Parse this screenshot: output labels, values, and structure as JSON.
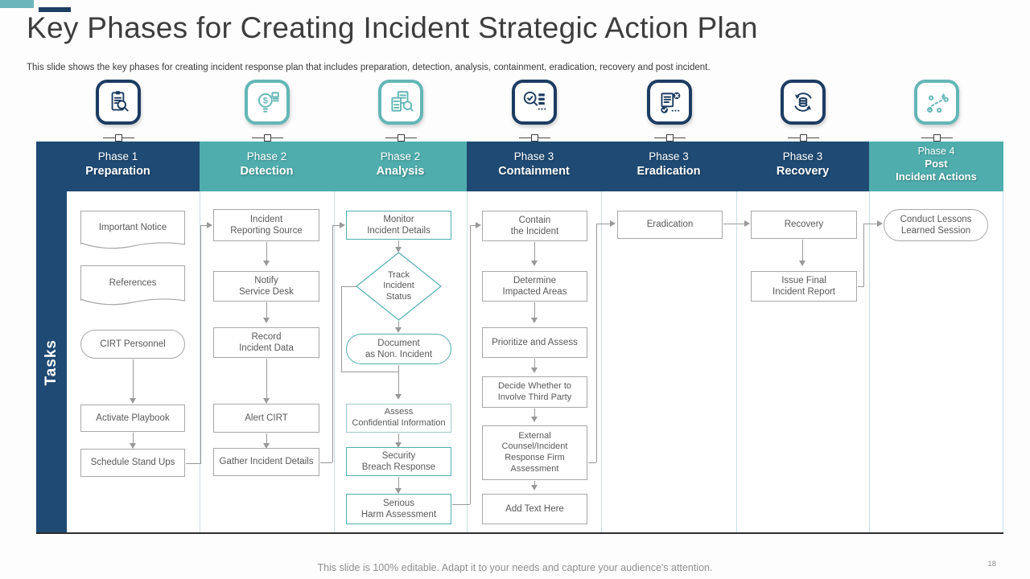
{
  "header": {
    "title": "Key Phases for Creating Incident Strategic Action Plan",
    "subtitle": "This slide shows the key phases for creating incident response plan that includes preparation, detection, analysis, containment, eradication, recovery and post incident."
  },
  "colors": {
    "navy": "#1e4a73",
    "teal": "#4fadad",
    "icon_navy": "#1c3c61",
    "icon_teal": "#63b6b6",
    "bar_teal": "#6ab5ba",
    "bar_navy": "#1d3f63",
    "box_border": "#a8a8a8",
    "teal_border": "#4faeae",
    "light_teal_border": "#9fc8c8",
    "connector": "#999999",
    "divider": "#c9dfe6",
    "box_text": "#595959",
    "title": "#3d3d3d",
    "footer": "#8f8f8f",
    "bottom_line": "#2e2e2e"
  },
  "tasks_label": "Tasks",
  "phases": [
    {
      "line1": "Phase 1",
      "line2": "Preparation"
    },
    {
      "line1": "Phase 2",
      "line2": "Detection"
    },
    {
      "line1": "Phase 2",
      "line2": "Analysis"
    },
    {
      "line1": "Phase 3",
      "line2": "Containment"
    },
    {
      "line1": "Phase 3",
      "line2": "Eradication"
    },
    {
      "line1": "Phase 3",
      "line2": "Recovery"
    },
    {
      "line1": "Phase 4",
      "line2": "Post",
      "line3": "Incident Actions"
    }
  ],
  "icons": [
    "clipboard-audit-icon",
    "idea-cost-icon",
    "analysis-calculator-icon",
    "containment-review-icon",
    "eradication-checklist-icon",
    "recovery-sync-icon",
    "post-incident-process-icon"
  ],
  "boxes": {
    "important_notice": "Important Notice",
    "references": "References",
    "cirt_personnel": "CIRT Personnel",
    "activate_playbook": "Activate Playbook",
    "schedule_stand_ups": "Schedule Stand Ups",
    "incident_reporting_source": "Incident\nReporting Source",
    "notify_service_desk": "Notify\nService Desk",
    "record_incident_data": "Record\nIncident Data",
    "alert_cirt": "Alert CIRT",
    "gather_incident_details": "Gather Incident Details",
    "monitor_incident_details": "Monitor\nIncident Details",
    "track_incident_status": "Track\nIncident\nStatus",
    "document_as_non_incident": "Document\nas Non. Incident",
    "assess_confidential_information": "Assess\nConfidential Information",
    "security_breach_response": "Security\nBreach Response",
    "serious_harm_assessment": "Serious\nHarm Assessment",
    "contain_the_incident": "Contain\nthe Incident",
    "determine_impacted_areas": "Determine\nImpacted Areas",
    "prioritize_and_assess": "Prioritize and Assess",
    "decide_third_party": "Decide Whether to\nInvolve Third Party",
    "external_counsel": "External\nCounsel/Incident\nResponse Firm\nAssessment",
    "add_text_here": "Add Text Here",
    "eradication": "Eradication",
    "recovery": "Recovery",
    "issue_final_incident_report": "Issue Final\nIncident Report",
    "conduct_lessons_learned": "Conduct Lessons\nLearned Session"
  },
  "footer": {
    "note": "This slide is 100% editable. Adapt it to your needs and capture your audience's attention.",
    "page_number": "18"
  }
}
